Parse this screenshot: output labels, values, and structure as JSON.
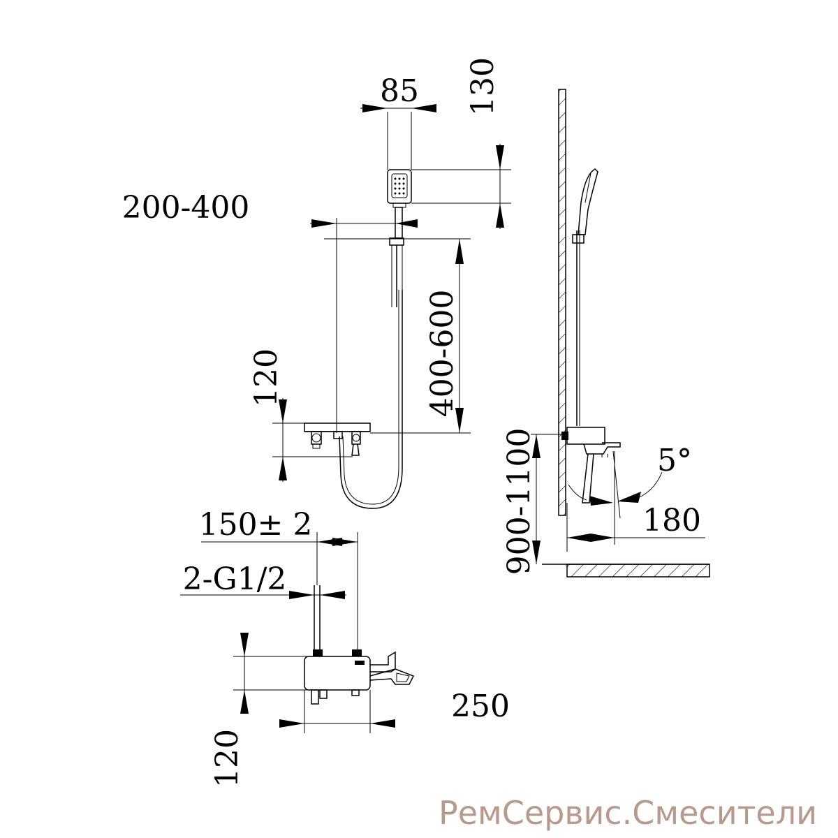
{
  "dimensions": {
    "handshower_width": "85",
    "handshower_height": "130",
    "bracket_offset": "200-400",
    "rail_height": "400-600",
    "mixer_height_front": "120",
    "mount_height": "900-1100",
    "tilt_angle": "5°",
    "projection": "180",
    "inlet_spacing": "150± 2",
    "inlet_thread": "2-G1/2",
    "mixer_length": "250",
    "mixer_height_top": "120"
  },
  "watermark": "РемСервис.Смесители"
}
